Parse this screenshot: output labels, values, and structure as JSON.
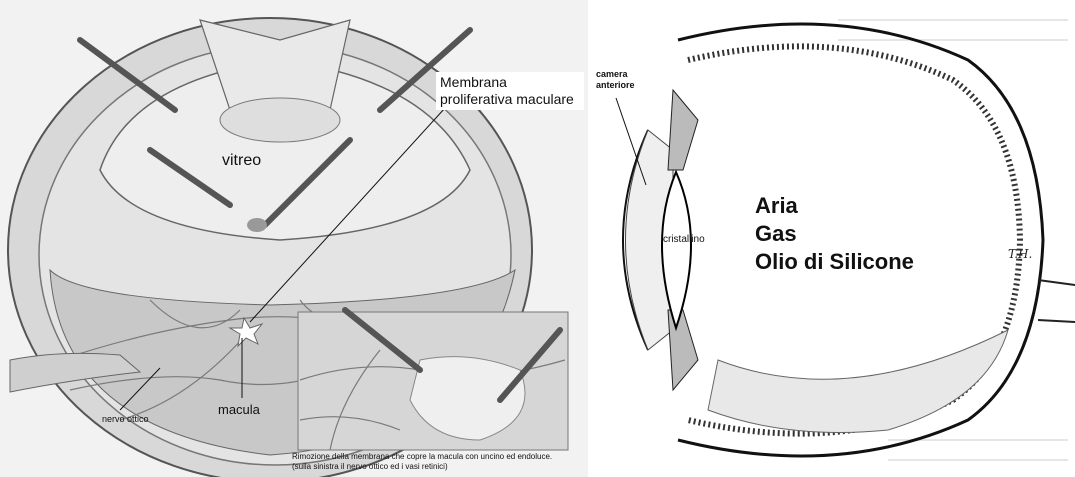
{
  "left_figure": {
    "labels": {
      "membrane": "Membrana proliferativa maculare",
      "vitreo": "vitreo",
      "macula": "macula",
      "nervo_ottico": "nervo ottico"
    },
    "caption": "Rimozione della membrana che copre la macula con uncino ed endoluce. (sulla sinistra il nervo ottico ed i vasi retinici)"
  },
  "right_figure": {
    "labels": {
      "camera_anteriore": "camera anteriore",
      "cristallino": "cristallino",
      "fill_1": "Aria",
      "fill_2": "Gas",
      "fill_3": "Olio di Silicone",
      "signature": "T.H."
    }
  }
}
